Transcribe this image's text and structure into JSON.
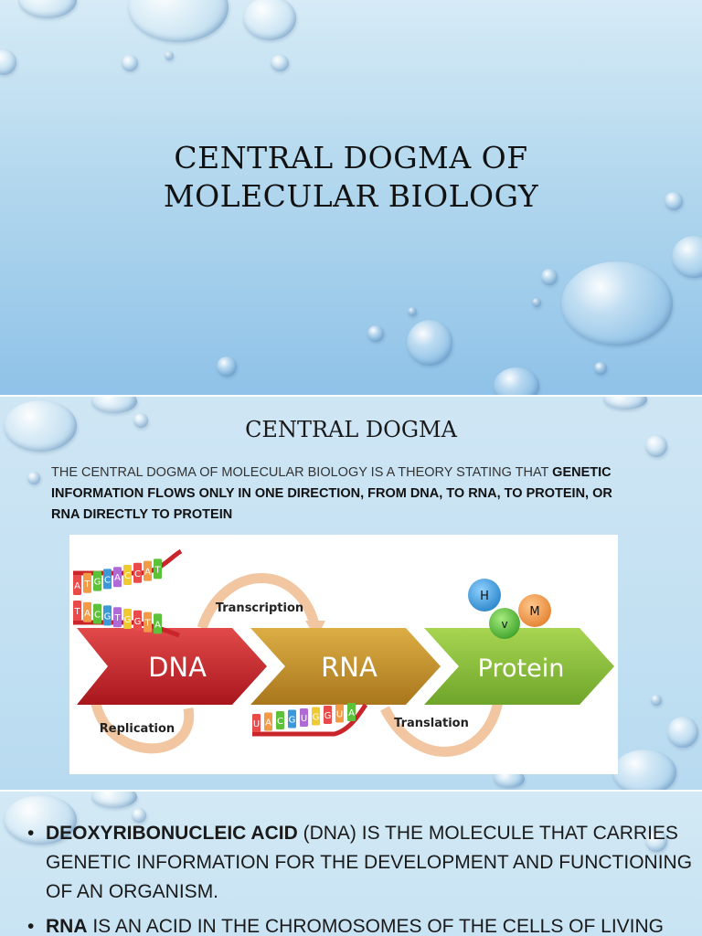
{
  "slide1": {
    "title_line1": "CENTRAL DOGMA OF",
    "title_line2": "MOLECULAR BIOLOGY"
  },
  "slide2": {
    "title": "CENTRAL DOGMA",
    "intro_plain": "THE CENTRAL DOGMA OF MOLECULAR BIOLOGY IS A THEORY STATING THAT ",
    "intro_bold": "GENETIC INFORMATION FLOWS ONLY IN ONE DIRECTION, FROM DNA, TO RNA, TO PROTEIN, OR RNA DIRECTLY TO PROTEIN",
    "diagram": {
      "stage_dna": "DNA",
      "stage_rna": "RNA",
      "stage_protein": "Protein",
      "label_transcription": "Transcription",
      "label_replication": "Replication",
      "label_translation": "Translation",
      "molecule_h": "H",
      "molecule_v": "v",
      "molecule_m": "M",
      "dna_top_bases": [
        "A",
        "T",
        "G",
        "C",
        "A",
        "C",
        "C",
        "A",
        "T"
      ],
      "dna_bottom_bases": [
        "T",
        "A",
        "C",
        "G",
        "T",
        "G",
        "G",
        "T",
        "A"
      ],
      "rna_bases": [
        "U",
        "A",
        "C",
        "G",
        "U",
        "G",
        "G",
        "U",
        "A"
      ],
      "colors": {
        "dna_arrow": "#c9252b",
        "rna_arrow": "#c8962a",
        "protein_arrow": "#8cbf3a",
        "cycle_arrow": "#f3c9a4",
        "molecule_h": "#3a9ad9",
        "molecule_v": "#5ec13a",
        "molecule_m": "#f39a45"
      }
    }
  },
  "slide3": {
    "bullet1_bold": "DEOXYRIBONUCLEIC ACID",
    "bullet1_rest": " (DNA) IS THE MOLECULE THAT CARRIES GENETIC INFORMATION FOR THE DEVELOPMENT AND FUNCTIONING OF AN ORGANISM.",
    "bullet2_bold": "RNA",
    "bullet2_rest": " IS AN ACID IN THE CHROMOSOMES OF THE CELLS OF LIVING"
  }
}
